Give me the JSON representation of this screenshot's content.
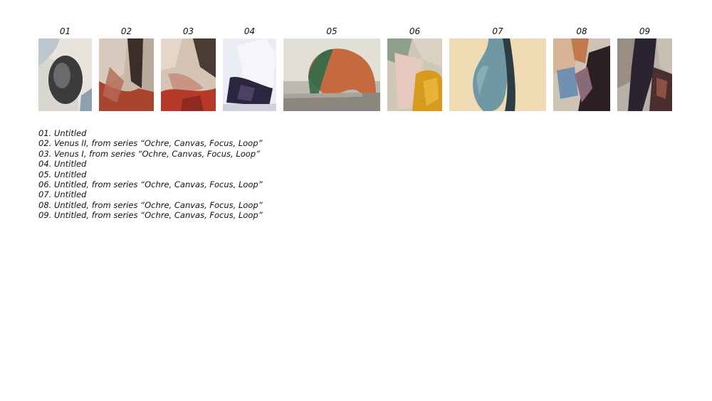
{
  "thumbnails": [
    {
      "number": "01"
    },
    {
      "number": "02"
    },
    {
      "number": "03"
    },
    {
      "number": "04"
    },
    {
      "number": "05"
    },
    {
      "number": "06"
    },
    {
      "number": "07"
    },
    {
      "number": "08"
    },
    {
      "number": "09"
    }
  ],
  "captions": [
    "01. Untitled",
    "02. Venus II, from series “Ochre, Canvas, Focus, Loop”",
    "03. Venus I, from series “Ochre, Canvas, Focus, Loop”",
    "04. Untitled",
    "05. Untitled",
    "06. Untitled, from series “Ochre, Canvas, Focus, Loop”",
    "07. Untitled",
    "08. Untitled, from series “Ochre, Canvas, Focus, Loop”",
    "09. Untitled, from series “Ochre, Canvas, Focus, Loop”"
  ]
}
